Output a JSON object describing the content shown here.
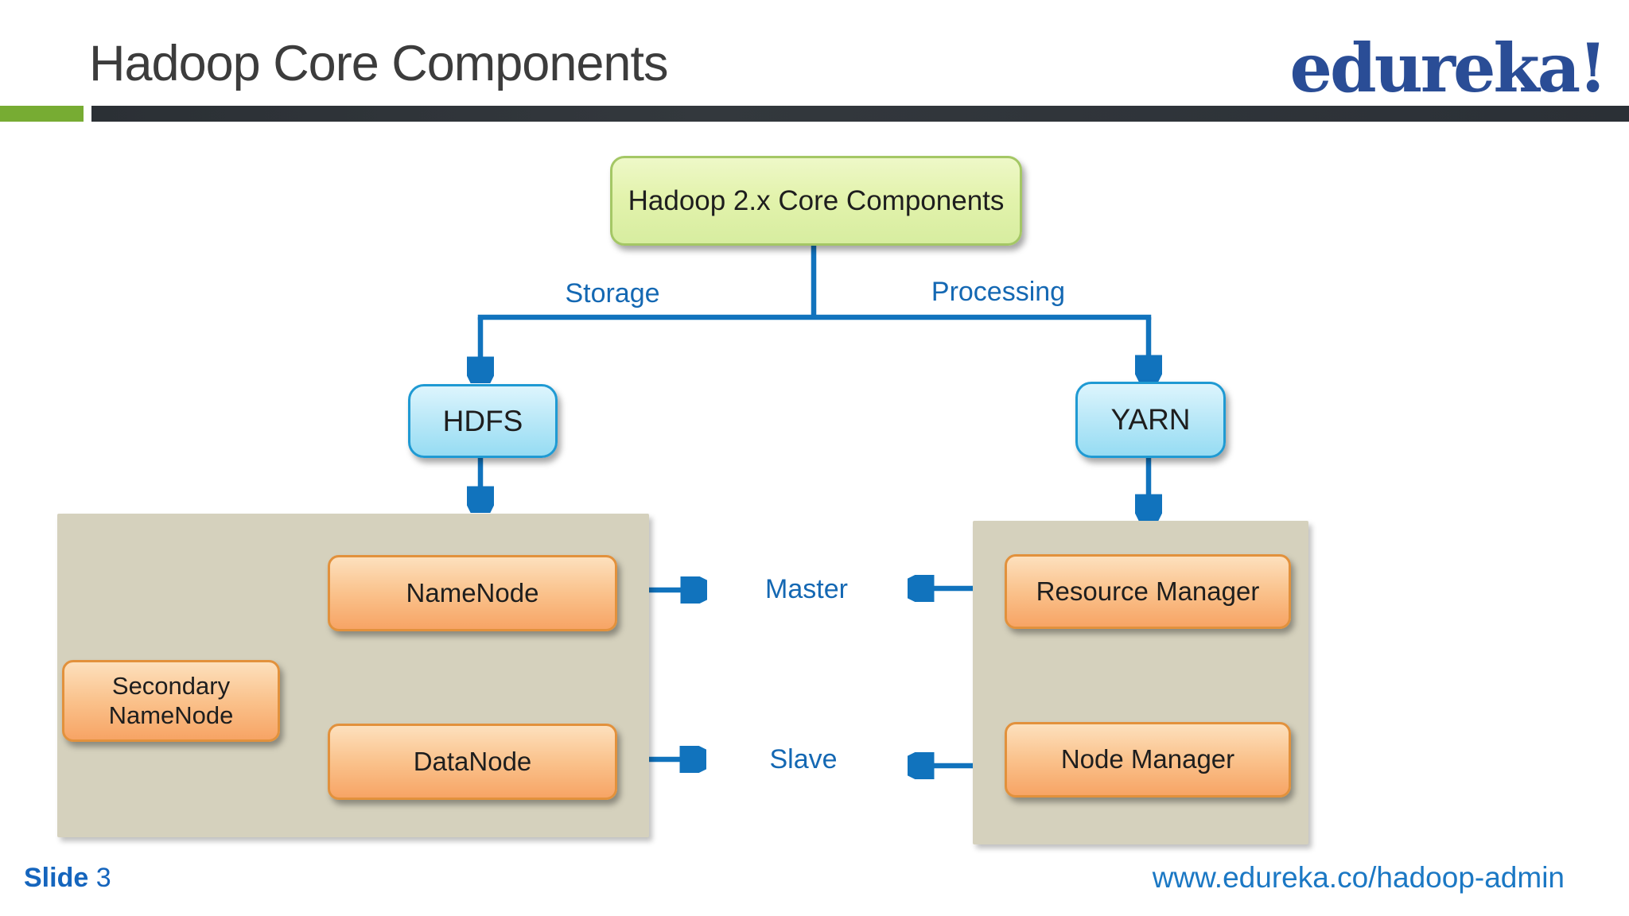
{
  "header": {
    "title": "Hadoop Core Components",
    "logo_text": "edureka!"
  },
  "diagram": {
    "root_label": "Hadoop 2.x Core Components",
    "storage_label": "Storage",
    "processing_label": "Processing",
    "hdfs_label": "HDFS",
    "yarn_label": "YARN",
    "namenode_label": "NameNode",
    "secondary_namenode_label": "Secondary NameNode",
    "datanode_label": "DataNode",
    "resource_manager_label": "Resource Manager",
    "node_manager_label": "Node Manager",
    "master_label": "Master",
    "slave_label": "Slave"
  },
  "footer": {
    "slide_word": "Slide",
    "slide_number": "3",
    "url": "www.edureka.co/hadoop-admin"
  },
  "colors": {
    "accent_green": "#77ac33",
    "header_bar_dark": "#2e3338",
    "logo_blue": "#2a4d96",
    "connector_blue": "#1173bd",
    "label_blue": "#1468b3",
    "root_node_fill": "#e3f3ad",
    "root_node_border": "#a4c765",
    "blue_node_fill": "#bce9f8",
    "blue_node_border": "#1f9ad3",
    "orange_node_fill": "#fac28c",
    "orange_node_border": "#e2913c",
    "panel_beige": "#d5d1bd",
    "title_gray": "#3c3c3c"
  }
}
